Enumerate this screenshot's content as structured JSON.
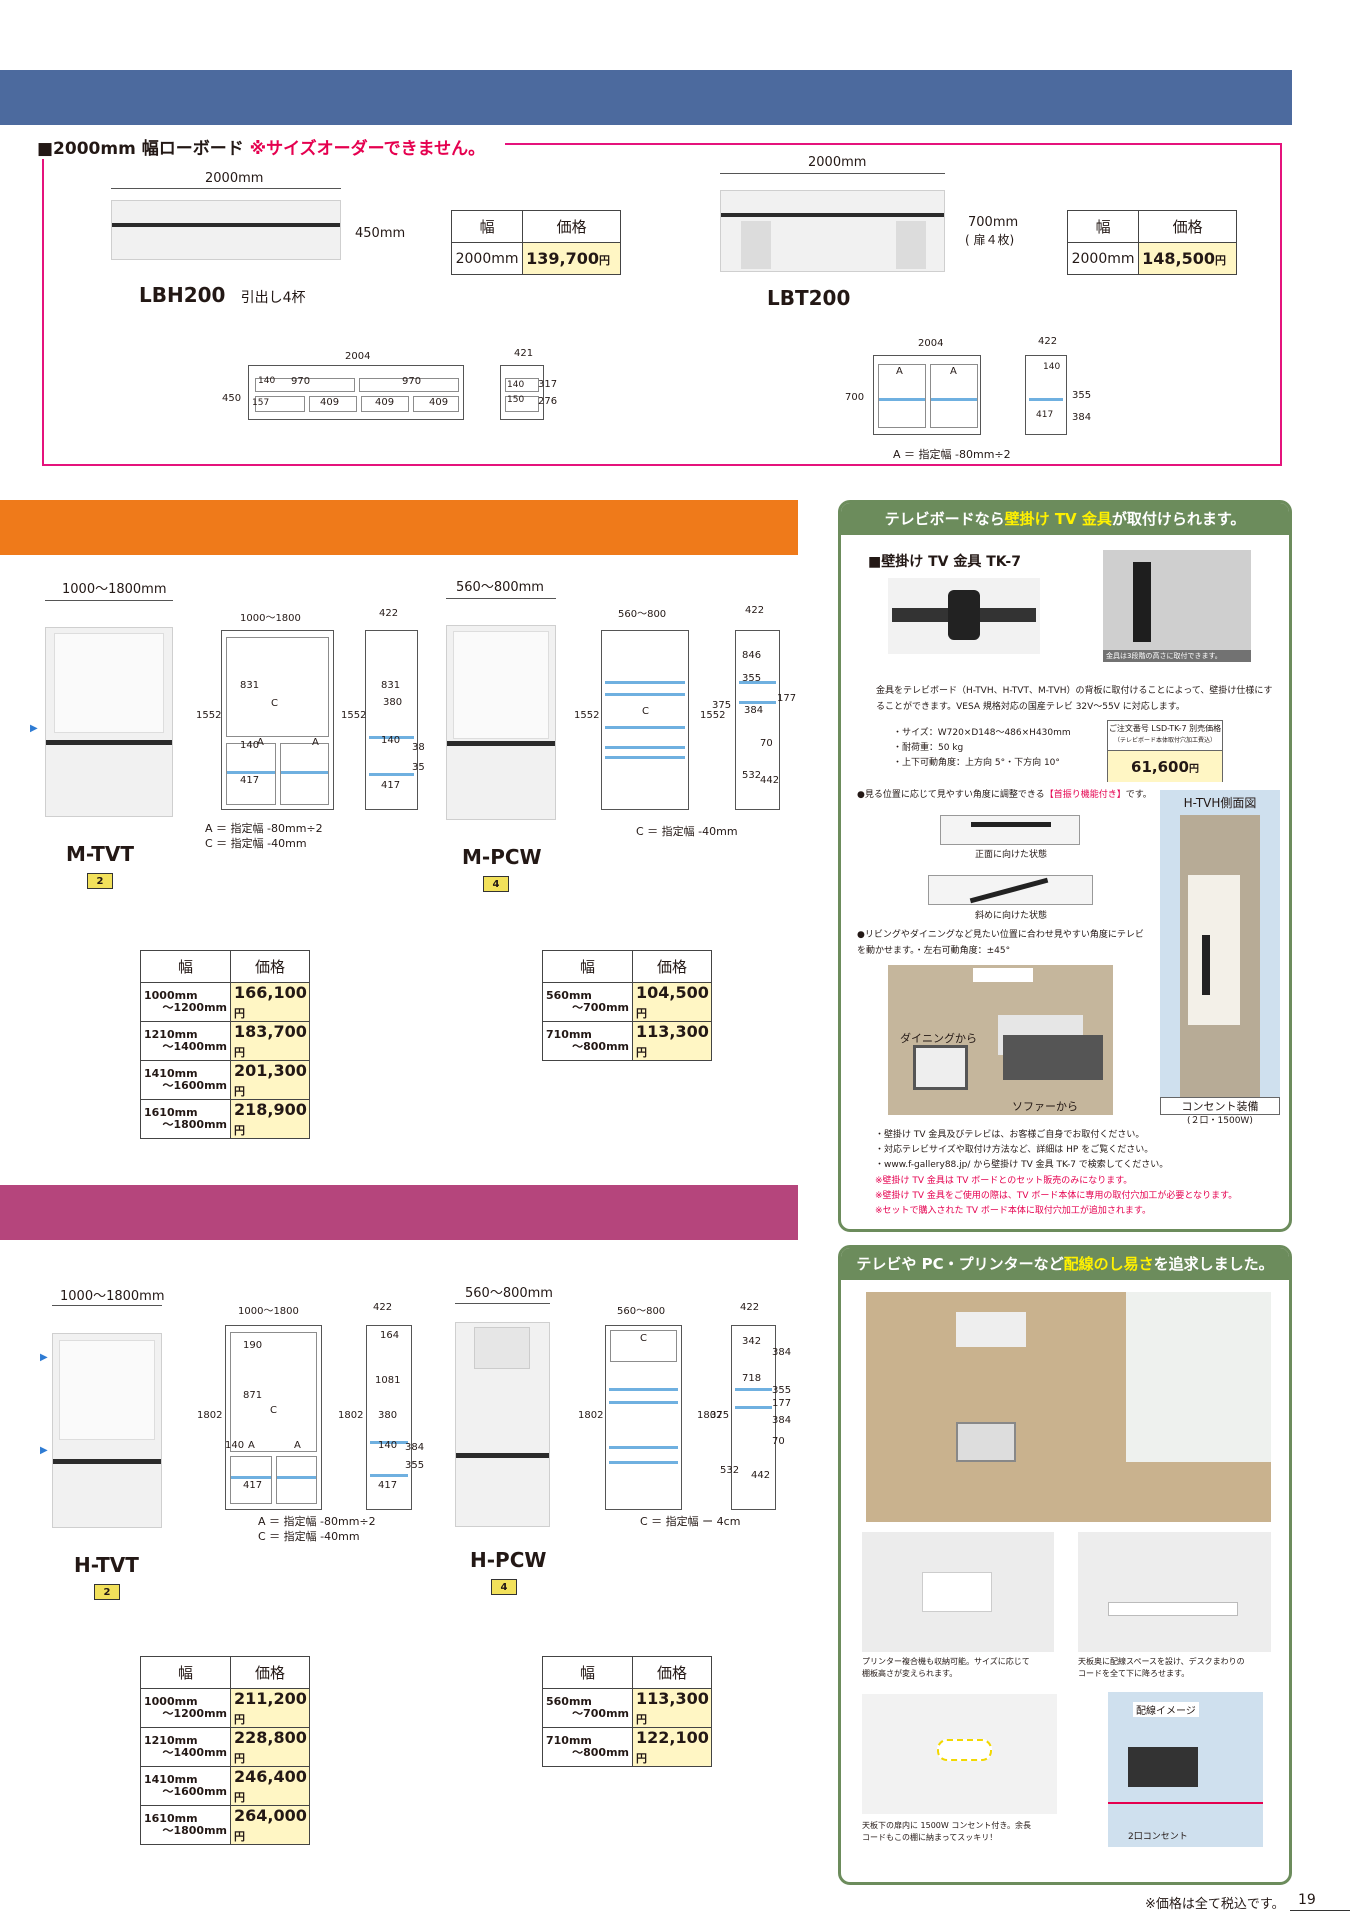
{
  "lowboard": {
    "heading": "■2000mm 幅ローボード",
    "heading_note": "※サイズオーダーできません。",
    "lbh": {
      "model": "LBH200",
      "desc": "引出し4杯",
      "width_label": "2000mm",
      "height_label": "450mm",
      "table_head": [
        "幅",
        "価格"
      ],
      "table_width": "2000mm",
      "table_price": "139,700",
      "yen": "円",
      "dims": {
        "w": "2004",
        "d": "421",
        "h": "450",
        "c1": "970",
        "c2": "970",
        "a": "409",
        "b": "409",
        "c": "409",
        "v1": "140",
        "v2": "157",
        "s1": "317",
        "s2": "276",
        "s3": "140",
        "s4": "150"
      }
    },
    "lbt": {
      "model": "LBT200",
      "width_label": "2000mm",
      "height_label": "700mm",
      "height_sub": "( 扉４枚)",
      "table_head": [
        "幅",
        "価格"
      ],
      "table_width": "2000mm",
      "table_price": "148,500",
      "yen": "円",
      "dims": {
        "w": "2004",
        "d": "422",
        "h": "700",
        "a1": "A",
        "a2": "A",
        "s1": "140",
        "s2": "355",
        "s3": "384",
        "s4": "417"
      },
      "formula": "A ＝ 指定幅 -80mm÷2"
    }
  },
  "mtype": {
    "tvt": {
      "model": "M-TVT",
      "badge": "2",
      "width_label": "1000〜1800mm",
      "dims": {
        "w": "1000〜1800",
        "d": "422",
        "h": "1552",
        "top": "831",
        "c": "C",
        "a1": "A",
        "a2": "A",
        "v1": "140",
        "v2": "417",
        "side1": "831",
        "side2": "380",
        "side3": "140",
        "side4": "38",
        "side5": "35",
        "side6": "417",
        "side_h": "1552"
      },
      "formula1": "A ＝ 指定幅 -80mm÷2",
      "formula2": "C ＝ 指定幅 -40mm",
      "table_head": [
        "幅",
        "価格"
      ],
      "rows": [
        {
          "w1": "1000mm",
          "w2": "〜1200mm",
          "price": "166,100"
        },
        {
          "w1": "1210mm",
          "w2": "〜1400mm",
          "price": "183,700"
        },
        {
          "w1": "1410mm",
          "w2": "〜1600mm",
          "price": "201,300"
        },
        {
          "w1": "1610mm",
          "w2": "〜1800mm",
          "price": "218,900"
        }
      ]
    },
    "pcw": {
      "model": "M-PCW",
      "badge": "4",
      "width_label": "560〜800mm",
      "dims": {
        "w": "560〜800",
        "d": "422",
        "h": "1552",
        "c": "C",
        "s1": "846",
        "s2": "355",
        "s3": "177",
        "s4": "375",
        "s5": "384",
        "s6": "70",
        "s7": "532",
        "s8": "442",
        "side_h": "1552"
      },
      "formula": "C ＝ 指定幅 -40mm",
      "table_head": [
        "幅",
        "価格"
      ],
      "rows": [
        {
          "w1": "560mm",
          "w2": "〜700mm",
          "price": "104,500"
        },
        {
          "w1": "710mm",
          "w2": "〜800mm",
          "price": "113,300"
        }
      ]
    }
  },
  "htype": {
    "tvt": {
      "model": "H-TVT",
      "badge": "2",
      "width_label": "1000〜1800mm",
      "dims": {
        "w": "1000〜1800",
        "d": "422",
        "h": "1802",
        "t1": "190",
        "t2": "871",
        "c": "C",
        "a1": "A",
        "a2": "A",
        "v1": "140",
        "v2": "417",
        "side1": "164",
        "side2": "1081",
        "side3": "380",
        "side4": "140",
        "side5": "384",
        "side6": "355",
        "side7": "417",
        "side_h": "1802"
      },
      "formula1": "A ＝ 指定幅 -80mm÷2",
      "formula2": "C ＝ 指定幅 -40mm",
      "table_head": [
        "幅",
        "価格"
      ],
      "rows": [
        {
          "w1": "1000mm",
          "w2": "〜1200mm",
          "price": "211,200"
        },
        {
          "w1": "1210mm",
          "w2": "〜1400mm",
          "price": "228,800"
        },
        {
          "w1": "1410mm",
          "w2": "〜1600mm",
          "price": "246,400"
        },
        {
          "w1": "1610mm",
          "w2": "〜1800mm",
          "price": "264,000"
        }
      ]
    },
    "pcw": {
      "model": "H-PCW",
      "badge": "4",
      "width_label": "560〜800mm",
      "dims": {
        "w": "560〜800",
        "d": "422",
        "h": "1802",
        "c": "C",
        "s1": "342",
        "s2": "384",
        "s3": "718",
        "s4": "355",
        "s5": "177",
        "s6": "375",
        "s7": "384",
        "s8": "70",
        "s9": "532",
        "s10": "442",
        "side_h": "1802"
      },
      "formula": "C ＝ 指定幅 ー 4cm",
      "table_head": [
        "幅",
        "価格"
      ],
      "rows": [
        {
          "w1": "560mm",
          "w2": "〜700mm",
          "price": "113,300"
        },
        {
          "w1": "710mm",
          "w2": "〜800mm",
          "price": "122,100"
        }
      ]
    }
  },
  "yen": "円",
  "wallmount": {
    "header_pre": "テレビボードなら",
    "header_hl": "壁掛け TV 金具",
    "header_post": "が取付けられます。",
    "title": "■壁掛け TV 金具 TK-7",
    "photo_caption": "金具は3段階の高さに取付できます。",
    "desc1": "金具をテレビボード（H-TVH、H-TVT、M-TVH）の背板に取付けることによって、壁掛け仕様にす",
    "desc2": "ることができます。VESA 規格対応の国産テレビ 32V〜55V に対応します。",
    "spec1": "・サイズ：W720×D148〜486×H430mm",
    "spec2": "・耐荷重：50 kg",
    "spec3": "・上下可動角度：上方向 5°・下方向 10°",
    "order_label": "ご注文番号 LSD-TK-7 別売価格",
    "order_sub": "（テレビボード本体取付穴加工費込）",
    "order_price": "61,600",
    "point1_pre": "●見る位置に応じて見やすい角度に調整できる",
    "point1_hl": "【首振り機能付き】",
    "point1_post": "です。",
    "front_label": "正面に向けた状態",
    "angle_label": "斜めに向けた状態",
    "point2a": "●リビングやダイニングなど見たい位置に合わせ見やすい角度にテレビ",
    "point2b": "を動かせます。・左右可動角度：±45°",
    "dining": "ダイニングから",
    "sofa": "ソファーから",
    "side_title": "H-TVH側面図",
    "outlet": "コンセント装備",
    "outlet_sub": "(２口・1500W)",
    "n1": "・壁掛け TV 金具及びテレビは、お客様ご自身でお取付ください。",
    "n2": "・対応テレビサイズや取付け方法など、詳細は HP をご覧ください。",
    "n3": "・www.f-gallery88.jp/ から壁掛け TV 金具 TK-7 で検索してください。",
    "r1": "※壁掛け TV 金具は TV ボードとのセット販売のみになります。",
    "r2": "※壁掛け TV 金具をご使用の際は、TV ボード本体に専用の取付穴加工が必要となります。",
    "r3": "※セットで購入された TV ボード本体に取付穴加工が追加されます。"
  },
  "wiring": {
    "header_pre": "テレビや PC・プリンターなど",
    "header_hl": "配線のし易さ",
    "header_post": "を追求しました。",
    "cap1a": "プリンター複合機も収納可能。サイズに応じて",
    "cap1b": "棚板高さが変えられます。",
    "cap2a": "天板奥に配線スペースを設け、デスクまわりの",
    "cap2b": "コードを全て下に降ろせます。",
    "cap3a": "天板下の扉内に 1500W コンセント付き。余長",
    "cap3b": "コードもこの棚に納まってスッキリ！",
    "img_label": "配線イメージ",
    "outlet_label": "2口コンセント"
  },
  "footer": {
    "tax_note": "※価格は全て税込です。",
    "page": "19"
  },
  "colors": {
    "blue_band": "#4c6a9e",
    "orange_band": "#ef7a1a",
    "magenta_band": "#b5457c",
    "green_panel": "#6c8c5c",
    "pink_frame": "#e5137c",
    "price_bg": "#fff6c4"
  }
}
